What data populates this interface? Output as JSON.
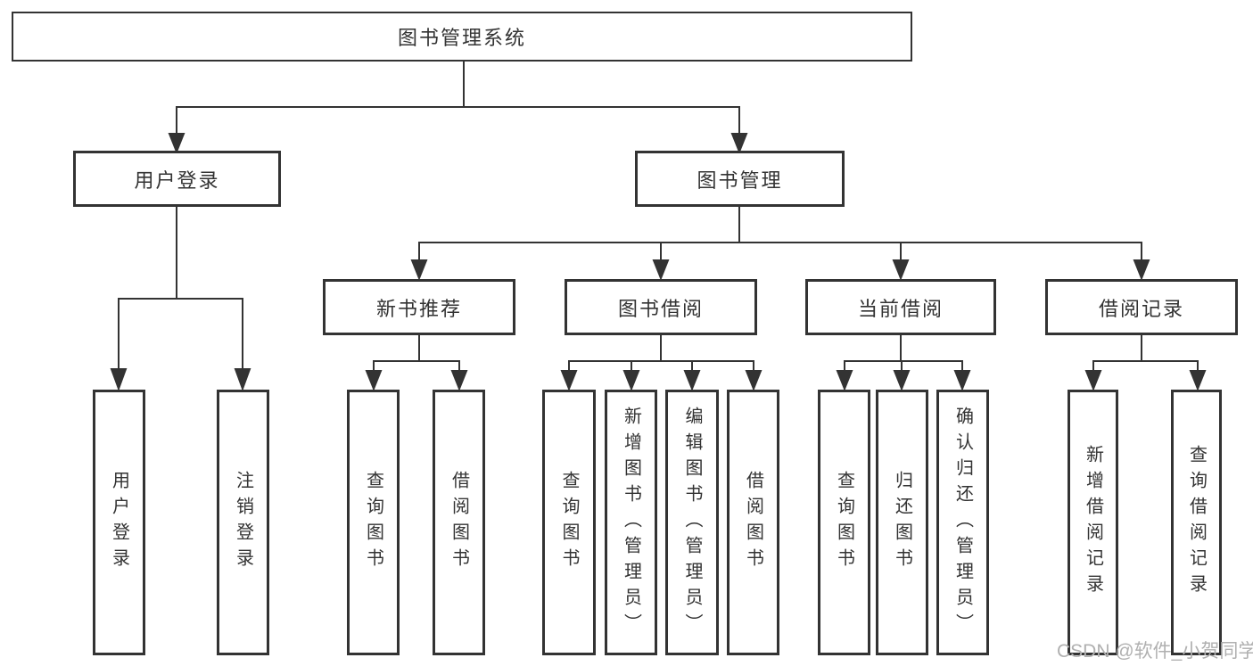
{
  "diagram": {
    "root": {
      "label": "图书管理系统"
    },
    "branches": [
      {
        "label": "用户登录",
        "children": [
          {
            "label": "用户登录"
          },
          {
            "label": "注销登录"
          }
        ]
      },
      {
        "label": "图书管理",
        "children": [
          {
            "label": "新书推荐",
            "children": [
              {
                "label": "查询图书"
              },
              {
                "label": "借阅图书"
              }
            ]
          },
          {
            "label": "图书借阅",
            "children": [
              {
                "label": "查询图书"
              },
              {
                "label": "新增图书（管理员）"
              },
              {
                "label": "编辑图书（管理员）"
              },
              {
                "label": "借阅图书"
              }
            ]
          },
          {
            "label": "当前借阅",
            "children": [
              {
                "label": "查询图书"
              },
              {
                "label": "归还图书"
              },
              {
                "label": "确认归还（管理员）"
              }
            ]
          },
          {
            "label": "借阅记录",
            "children": [
              {
                "label": "新增借阅记录"
              },
              {
                "label": "查询借阅记录"
              }
            ]
          }
        ]
      }
    ],
    "watermark": "CSDN @软件_小贺同学",
    "colors": {
      "line": "#333333",
      "border": "#333333",
      "text": "#333333",
      "watermark": "#b0b0b0",
      "background": "#ffffff"
    }
  }
}
